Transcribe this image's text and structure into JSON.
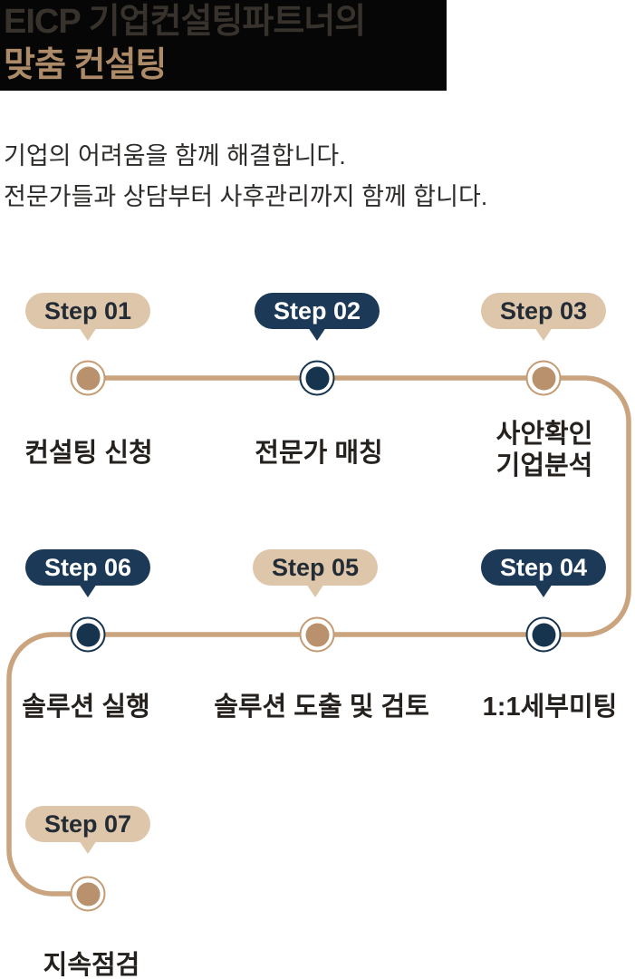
{
  "header": {
    "title_line1": "EICP 기업컨설팅파트너의",
    "title_line2": "맞춤 컨설팅",
    "subtitle_line1": "기업의 어려움을 함께 해결합니다.",
    "subtitle_line2": "전문가들과 상담부터 사후관리까지 함께 합니다."
  },
  "palette": {
    "title_block_bg": "#060606",
    "title_line1_color": "#38322c",
    "title_line2_color": "#ad8a68",
    "navy_badge": "#1c3a58",
    "navy_circle": "#17344f",
    "tan_badge": "#dec6aa",
    "tan_circle_fill": "#b9926d",
    "tan_circle_ring": "#c49b73",
    "connector_line": "#c9a47e",
    "label_text": "#25211e"
  },
  "process": {
    "steps": [
      {
        "badge": "Step 01",
        "variant": "tan",
        "title_lines": [
          "컨설팅 신청"
        ]
      },
      {
        "badge": "Step 02",
        "variant": "navy",
        "title_lines": [
          "전문가 매칭"
        ]
      },
      {
        "badge": "Step 03",
        "variant": "tan",
        "title_lines": [
          "사안확인",
          "기업분석"
        ]
      },
      {
        "badge": "Step 04",
        "variant": "navy",
        "title_lines": [
          "1:1세부미팅"
        ]
      },
      {
        "badge": "Step 05",
        "variant": "tan",
        "title_lines": [
          "솔루션 도출 및 검토"
        ]
      },
      {
        "badge": "Step 06",
        "variant": "navy",
        "title_lines": [
          "솔루션 실행"
        ]
      },
      {
        "badge": "Step 07",
        "variant": "tan",
        "title_lines": [
          "지속점검"
        ]
      }
    ]
  }
}
